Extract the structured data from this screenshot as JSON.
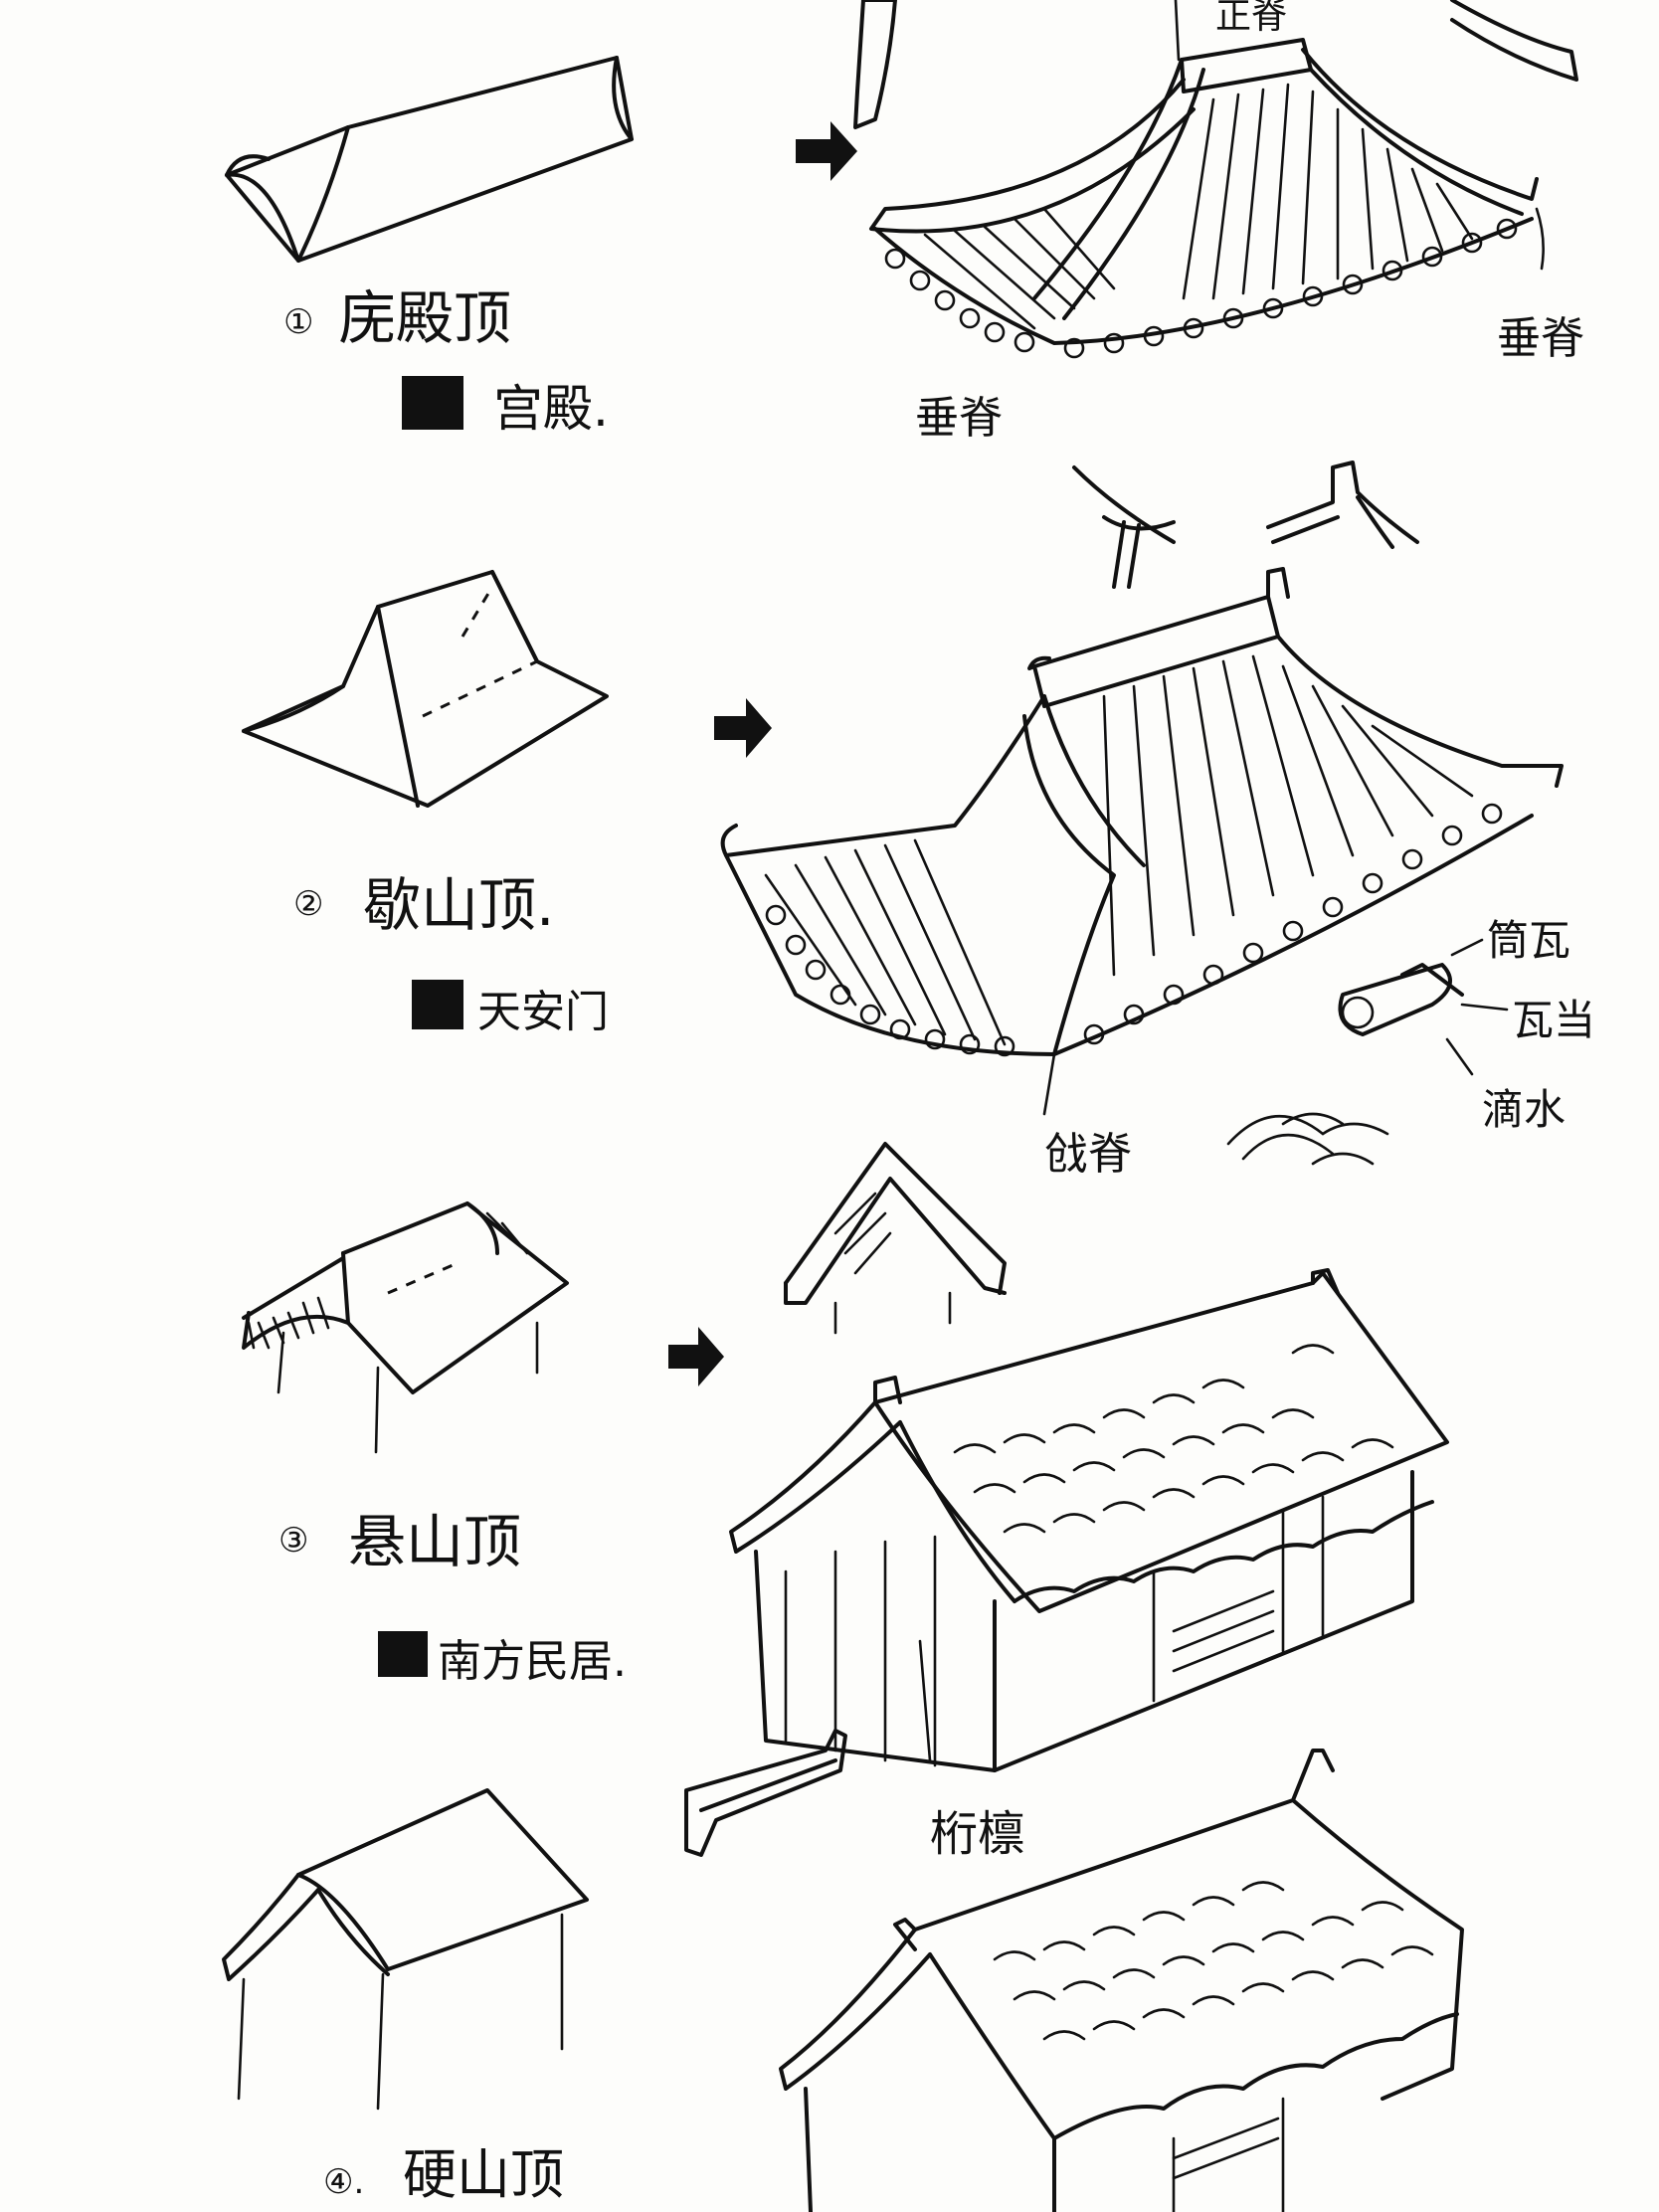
{
  "types": [
    {
      "num": "①",
      "name": "庑殿顶",
      "example": "宫殿."
    },
    {
      "num": "②",
      "name": "歇山顶.",
      "example": "天安门"
    },
    {
      "num": "③",
      "name": "悬山顶",
      "example": "南方民居."
    },
    {
      "num": "④.",
      "name": "硬山顶",
      "example": ""
    }
  ],
  "annotations": {
    "zhengji": "正脊",
    "chuiji_left": "垂脊",
    "chuiji_right": "垂脊",
    "tongwa": "筒瓦",
    "wadang": "瓦当",
    "dishui": "滴水",
    "qiangji": "戗脊",
    "linjuan": "桁檩"
  }
}
